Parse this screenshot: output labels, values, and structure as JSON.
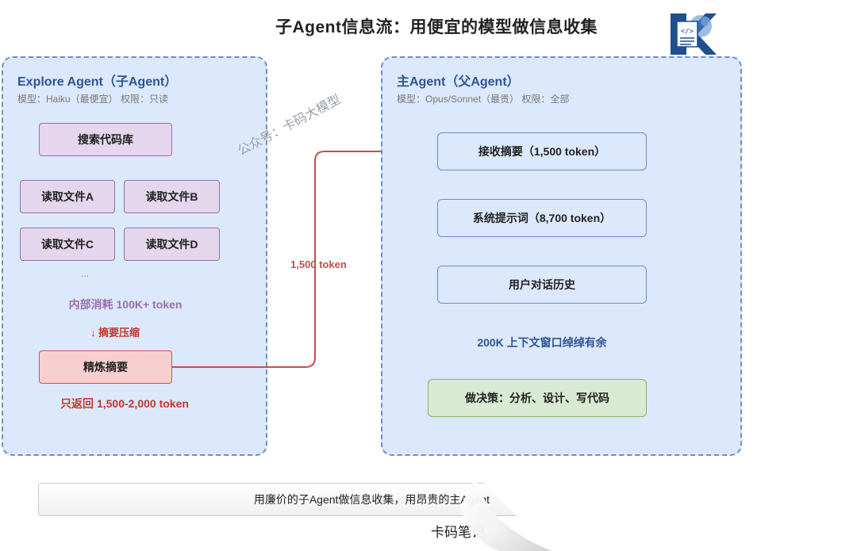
{
  "title": "子Agent信息流：用便宜的模型做信息收集",
  "watermark": "公众号：卡码大模型",
  "left_panel": {
    "title": "Explore Agent（子Agent）",
    "subtitle": "模型：Haiku（最便宜）  权限：只读",
    "search_box": "搜索代码库",
    "read_files": [
      "读取文件A",
      "读取文件B",
      "读取文件C",
      "读取文件D"
    ],
    "ellipsis": "...",
    "internal_cost": "内部消耗 100K+ token",
    "compress_label": "↓ 摘要压缩",
    "refined_summary": "精炼摘要",
    "return_text": "只返回 1,500-2,000 token"
  },
  "arrow_label": "1,500 token",
  "right_panel": {
    "title": "主Agent（父Agent）",
    "subtitle": "模型：Opus/Sonnet（最贵）  权限：全部",
    "receive_summary": "接收摘要（1,500 token）",
    "system_prompt": "系统提示词（8,700 token）",
    "user_history": "用户对话历史",
    "context_window": "200K 上下文窗口绰绰有余",
    "decision": "做决策：分析、设计、写代码"
  },
  "footer": {
    "caption": "用廉价的子Agent做信息收集，用昂贵的主Agent",
    "signature": "卡码笔记"
  },
  "colors": {
    "panel_bg": "#dce8fb",
    "panel_border": "#6f8fc6",
    "purple_box": "#e4d6ec",
    "red_box": "#f8cfcf",
    "green_box": "#d8ead2",
    "arrow": "#c0504d",
    "title_blue": "#2f5597"
  }
}
